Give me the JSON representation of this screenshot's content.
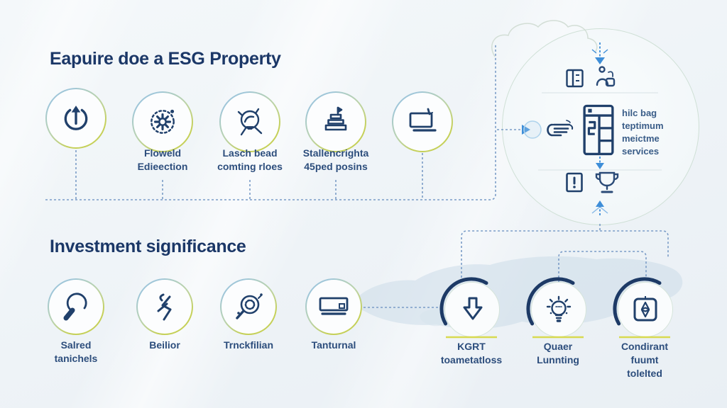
{
  "colors": {
    "title_navy": "#1b3767",
    "icon_navy": "#20406b",
    "label_blue": "#2c4d7c",
    "connector_blue": "#7a9cc7",
    "arrow_blue": "#3e8ed8",
    "ring_green": "#c5d058",
    "ring_teal": "#9fc6d8",
    "baseline_yellow": "#d8da50"
  },
  "section_top": {
    "title": "Eapuire doe a ESG Property",
    "items": [
      {
        "icon": "launch-power-icon",
        "label": ""
      },
      {
        "icon": "gear-rotation-icon",
        "label": "Floweld\nEdieection"
      },
      {
        "icon": "idea-analysis-icon",
        "label": "Lasch bead\ncomting rloes"
      },
      {
        "icon": "stacked-levels-icon",
        "label": "Stallencrighta\n45ped posins"
      },
      {
        "icon": "laptop-icon",
        "label": ""
      }
    ]
  },
  "hub": {
    "description": "hilc bag\nteptimum\nmeictme\nservices"
  },
  "section_bottom": {
    "title": "Investment significance",
    "items": [
      {
        "icon": "magnifier-mushroom-icon",
        "label": "Salred\ntanichels"
      },
      {
        "icon": "person-motion-icon",
        "label": "Beilior"
      },
      {
        "icon": "search-gear-icon",
        "label": "Trnckfilian"
      },
      {
        "icon": "monitor-icon",
        "label": "Tanturnal"
      },
      {
        "icon": "down-arrow-icon",
        "label": "KGRT\ntoametatloss"
      },
      {
        "icon": "idea-bulb-icon",
        "label": "Quaer\nLunnting"
      },
      {
        "icon": "framed-compass-icon",
        "label": "Condirant\nfuumt\ntolelted"
      }
    ]
  }
}
